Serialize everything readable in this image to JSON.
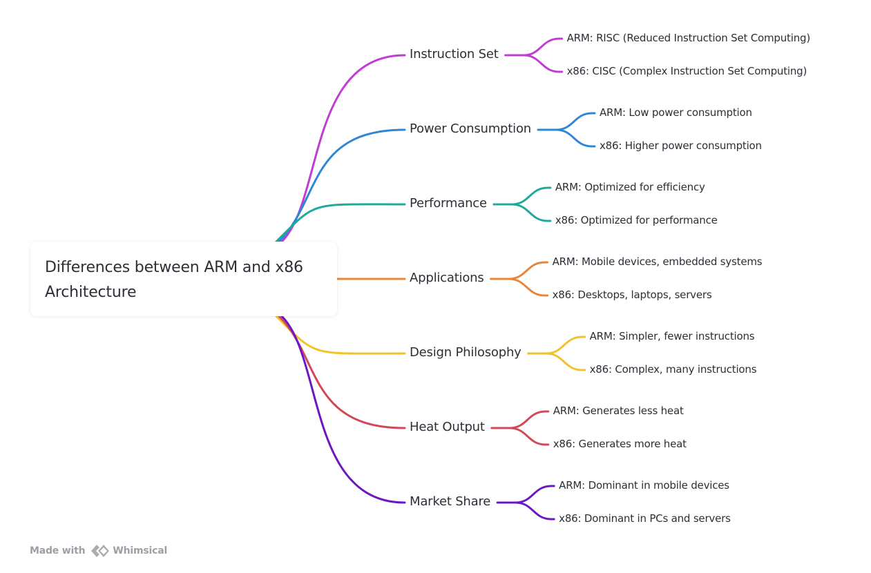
{
  "root": {
    "title_line1": "Differences between ARM and x86",
    "title_line2": "Architecture"
  },
  "branches": [
    {
      "label": "Instruction Set",
      "color": "#c23bd4",
      "leaves": [
        "ARM: RISC (Reduced Instruction Set Computing)",
        "x86: CISC (Complex Instruction Set Computing)"
      ]
    },
    {
      "label": "Power Consumption",
      "color": "#2f86d6",
      "leaves": [
        "ARM: Low power consumption",
        "x86: Higher power consumption"
      ]
    },
    {
      "label": "Performance",
      "color": "#1ea99a",
      "leaves": [
        "ARM: Optimized for efficiency",
        "x86: Optimized for performance"
      ]
    },
    {
      "label": "Applications",
      "color": "#ea8437",
      "leaves": [
        "ARM: Mobile devices, embedded systems",
        "x86: Desktops, laptops, servers"
      ]
    },
    {
      "label": "Design Philosophy",
      "color": "#f2c22b",
      "leaves": [
        "ARM: Simpler, fewer instructions",
        "x86: Complex, many instructions"
      ]
    },
    {
      "label": "Heat Output",
      "color": "#d24858",
      "leaves": [
        "ARM: Generates less heat",
        "x86: Generates more heat"
      ]
    },
    {
      "label": "Market Share",
      "color": "#6d17c4",
      "leaves": [
        "ARM: Dominant in mobile devices",
        "x86: Dominant in PCs and servers"
      ]
    }
  ],
  "footer": {
    "made_with": "Made with",
    "brand": "Whimsical",
    "logo_icon": "whimsical-logo-icon",
    "color": "#9aa0a6"
  }
}
